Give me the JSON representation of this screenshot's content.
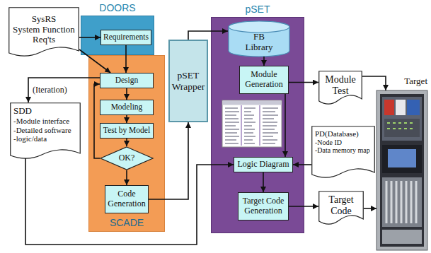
{
  "diagram": {
    "nodes": [
      {
        "text": [
          "SysRS",
          "System Function Req'ts"
        ]
      },
      {
        "text": [
          "DOORS"
        ]
      },
      {
        "text": [
          "Requirements"
        ],
        "in": 1
      },
      {
        "text": [
          "SCADE"
        ]
      },
      {
        "text": [
          "Design"
        ],
        "in": 3
      },
      {
        "text": [
          "Modeling"
        ],
        "in": 3
      },
      {
        "text": [
          "Test by Model"
        ],
        "in": 3
      },
      {
        "text": [
          "OK?"
        ],
        "in": 3
      },
      {
        "text": [
          "Code Generation"
        ],
        "in": 3
      },
      {
        "text": [
          "SDD",
          "-Module interface",
          "-Detailed software",
          "-logic/data"
        ]
      },
      {
        "text": [
          "pSET Wrapper"
        ]
      },
      {
        "text": [
          "pSET"
        ]
      },
      {
        "text": [
          "FB Library"
        ],
        "in": 11
      },
      {
        "text": [
          "Module Generation"
        ],
        "in": 11
      },
      {
        "text": [
          "Logic Diagram"
        ],
        "in": 11
      },
      {
        "text": [
          "Target Code Generation"
        ],
        "in": 11
      },
      {
        "text": [
          "Module Test"
        ]
      },
      {
        "text": [
          "PD(Database)",
          "-Node ID",
          "-Data memory map"
        ]
      },
      {
        "text": [
          "Target Code"
        ]
      },
      {
        "text": [
          "Target"
        ]
      }
    ],
    "edges": [
      {
        "from": 0,
        "to": 2,
        "arrow": "to"
      },
      {
        "from": 0,
        "to": 4,
        "arrow": "to"
      },
      {
        "from": 2,
        "to": 4,
        "arrow": "to"
      },
      {
        "from": 4,
        "to": 5,
        "arrow": "to"
      },
      {
        "from": 5,
        "to": 6,
        "arrow": "to"
      },
      {
        "from": 6,
        "to": 7,
        "arrow": "to"
      },
      {
        "from": 7,
        "to": 8,
        "arrow": "to"
      },
      {
        "from": 7,
        "to": 4,
        "arrow": "to"
      },
      {
        "from": 4,
        "to": 9,
        "arrow": "to"
      },
      {
        "from": 8,
        "to": 10,
        "arrow": "to"
      },
      {
        "from": 10,
        "to": 12,
        "arrow": "to"
      },
      {
        "from": 12,
        "to": 13,
        "arrow": "to"
      },
      {
        "from": 13,
        "to": 16,
        "arrow": "to"
      },
      {
        "from": 13,
        "to": 14,
        "arrow": "to"
      },
      {
        "from": 9,
        "to": 14,
        "arrow": "to"
      },
      {
        "from": 17,
        "to": 14,
        "arrow": "to"
      },
      {
        "from": 14,
        "to": 15,
        "arrow": "to"
      },
      {
        "from": 15,
        "to": 18,
        "arrow": "to"
      },
      {
        "from": 16,
        "to": 19,
        "arrow": "to"
      },
      {
        "from": 18,
        "to": 19,
        "arrow": "to"
      }
    ],
    "labels": [
      "(Iteration)"
    ]
  }
}
